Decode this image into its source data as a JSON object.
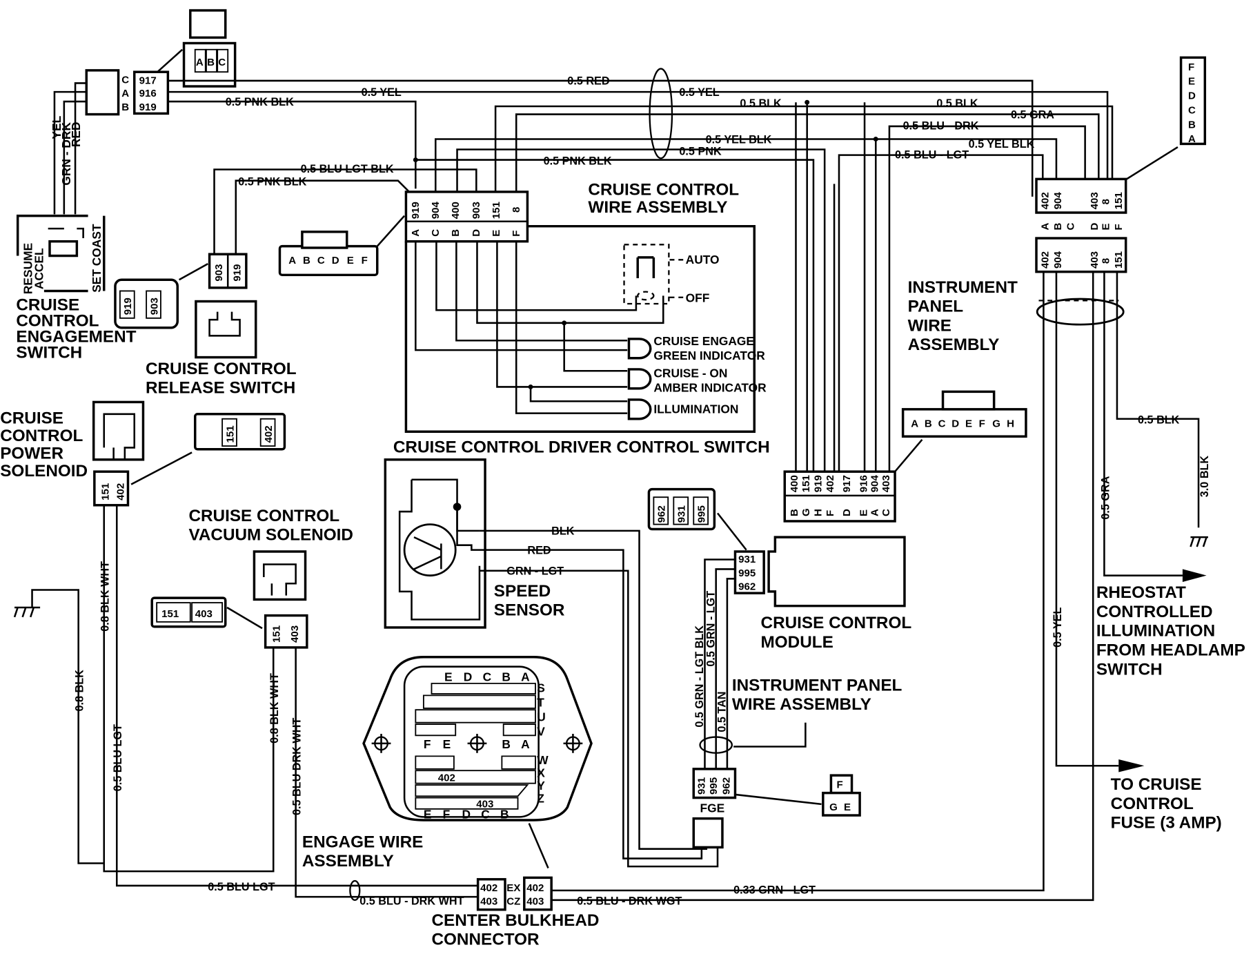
{
  "diagram": {
    "title": "Cruise Control Wiring Diagram",
    "components": {
      "engagement_switch": {
        "label": [
          "CRUISE",
          "CONTROL",
          "ENGAGEMENT",
          "SWITCH"
        ],
        "positions": [
          "RESUME",
          "ACCEL",
          "SET COAST"
        ],
        "wires": [
          "YEL",
          "GRN - DRK",
          "RED"
        ],
        "connector_pins": [
          {
            "letter": "C",
            "circuit": "917"
          },
          {
            "letter": "A",
            "circuit": "916"
          },
          {
            "letter": "B",
            "circuit": "919"
          }
        ],
        "mating_connector": [
          "A",
          "B",
          "C"
        ]
      },
      "release_switch": {
        "label": [
          "CRUISE CONTROL",
          "RELEASE SWITCH"
        ],
        "pins": [
          "903",
          "919"
        ],
        "mating_pins": [
          "919",
          "903"
        ]
      },
      "driver_control_switch": {
        "label": "CRUISE CONTROL DRIVER CONTROL SWITCH",
        "wire_assembly_label": [
          "CRUISE CONTROL",
          "WIRE ASSEMBLY"
        ],
        "pins": [
          {
            "circuit": "919",
            "letter": "A"
          },
          {
            "circuit": "904",
            "letter": "C"
          },
          {
            "circuit": "400",
            "letter": "B"
          },
          {
            "circuit": "903",
            "letter": "D"
          },
          {
            "circuit": "151",
            "letter": "E"
          },
          {
            "circuit": "8",
            "letter": "F"
          }
        ],
        "mating_connector": [
          "A",
          "B",
          "C",
          "D",
          "E",
          "F"
        ],
        "switch_positions": [
          "AUTO",
          "OFF"
        ],
        "indicators": [
          [
            "CRUISE ENGAGE",
            "GREEN INDICATOR"
          ],
          [
            "CRUISE - ON",
            "AMBER INDICATOR"
          ],
          [
            "ILLUMINATION"
          ]
        ]
      },
      "power_solenoid": {
        "label": [
          "CRUISE",
          "CONTROL",
          "POWER",
          "SOLENOID"
        ],
        "pins": [
          "151",
          "402"
        ]
      },
      "vacuum_solenoid": {
        "label": [
          "CRUISE CONTROL",
          "VACUUM SOLENOID"
        ],
        "pins": [
          "151",
          "403"
        ]
      },
      "speed_sensor": {
        "label": [
          "SPEED",
          "SENSOR"
        ],
        "wires": [
          "BLK",
          "RED",
          "GRN - LGT"
        ]
      },
      "module": {
        "label": [
          "CRUISE CONTROL",
          "MODULE"
        ],
        "side_pins": [
          "931",
          "995",
          "962"
        ],
        "mating_pins": [
          "962",
          "931",
          "995"
        ]
      },
      "module_connector": {
        "pins": [
          {
            "circuit": "400",
            "letter": "B"
          },
          {
            "circuit": "151",
            "letter": "G"
          },
          {
            "circuit": "919",
            "letter": "H"
          },
          {
            "circuit": "402",
            "letter": "F"
          },
          {
            "circuit": "917",
            "letter": "D"
          },
          {
            "circuit": "916",
            "letter": "E"
          },
          {
            "circuit": "904",
            "letter": "A"
          },
          {
            "circuit": "403",
            "letter": "C"
          }
        ],
        "mating_connector": [
          "A",
          "B",
          "C",
          "D",
          "E",
          "F",
          "G",
          "H"
        ]
      },
      "ip_connector": {
        "pins_top": [
          "402",
          "904",
          "403",
          "8",
          "151"
        ],
        "letters": [
          "A",
          "B",
          "C",
          "D",
          "E",
          "F"
        ],
        "pins_bottom": [
          "402",
          "904",
          "403",
          "8",
          "151"
        ],
        "mating_connector": [
          "F",
          "E",
          "D",
          "C",
          "B",
          "A"
        ]
      },
      "ip_wire_assembly_right": {
        "label": [
          "INSTRUMENT",
          "PANEL",
          "WIRE",
          "ASSEMBLY"
        ]
      },
      "ip_wire_assembly_lower": {
        "label": [
          "INSTRUMENT PANEL",
          "WIRE ASSEMBLY"
        ],
        "pins": [
          "931",
          "995",
          "962"
        ],
        "letters": "FGE",
        "mating_connector": [
          "F",
          "G",
          "E"
        ]
      },
      "bulkhead": {
        "label": [
          "CENTER BULKHEAD",
          "CONNECTOR"
        ],
        "top_letters": [
          "E",
          "D",
          "C",
          "B",
          "A"
        ],
        "row_letters_top": [
          "S",
          "T",
          "U",
          "V"
        ],
        "mid_letters_left": [
          "F",
          "E"
        ],
        "mid_letters_right": [
          "B",
          "A"
        ],
        "row_letters_bottom": [
          "W",
          "X",
          "Y",
          "Z"
        ],
        "bottom_letters": [
          "E",
          "F",
          "D",
          "C",
          "B"
        ],
        "cavities": [
          "402",
          "403"
        ],
        "terminals": [
          {
            "circuit": "402",
            "code": "EX"
          },
          {
            "circuit": "403",
            "code": "CZ"
          }
        ]
      },
      "engage_wire_assembly": {
        "label": [
          "ENGAGE WIRE",
          "ASSEMBLY"
        ]
      },
      "rheostat": {
        "label": [
          "RHEOSTAT",
          "CONTROLLED",
          "ILLUMINATION",
          "FROM HEADLAMP",
          "SWITCH"
        ]
      },
      "fuse": {
        "label": [
          "TO CRUISE",
          "CONTROL",
          "FUSE (3 AMP)"
        ]
      }
    },
    "wire_labels": {
      "red_top": "0.5 RED",
      "yel_top": "0.5 YEL",
      "yel_top2": "0.5 YEL",
      "pnk_blk_top": "0.5 PNK BLK",
      "blk_mid": "0.5 BLK",
      "blk_right": "0.5 BLK",
      "gra": "0.5 GRA",
      "blu_drk": "0.5 BLU - DRK",
      "yel_blk": "0.5 YEL BLK",
      "yel_blk_right": "0.5 YEL BLK",
      "pnk": "0.5 PNK",
      "blu_lgt": "0.5 BLU - LGT",
      "pnk_blk_mid": "0.5 PNK BLK",
      "blu_lgt_blk": "0.5 BLU LGT BLK",
      "pnk_blk_left": "0.5 PNK BLK",
      "blk_ground": "0.5 BLK",
      "blk_3": "3.0 BLK",
      "gra_vert": "0.5 GRA",
      "yel_vert": "0.5 YEL",
      "blk_08": "0.8 BLK",
      "blk_wht_08": "0.8 BLK WHT",
      "blu_lgt_vert": "0.5 BLU LGT",
      "blk_wht_08b": "0.8 BLK WHT",
      "blu_drk_wht_vert": "0.5 BLU DRK WHT",
      "blu_lgt_bottom": "0.5 BLU LGT",
      "blu_drk_wht_bottom": "0.5 BLU - DRK WHT",
      "blu_drk_wgt": "0.5 BLU - DRK WGT",
      "grn_lgt_033": "0.33 GRN - LGT",
      "grn_lgt_blk": "0.5 GRN - LGT BLK",
      "grn_lgt": "0.5 GRN - LGT",
      "tan": "0.5 TAN"
    }
  }
}
